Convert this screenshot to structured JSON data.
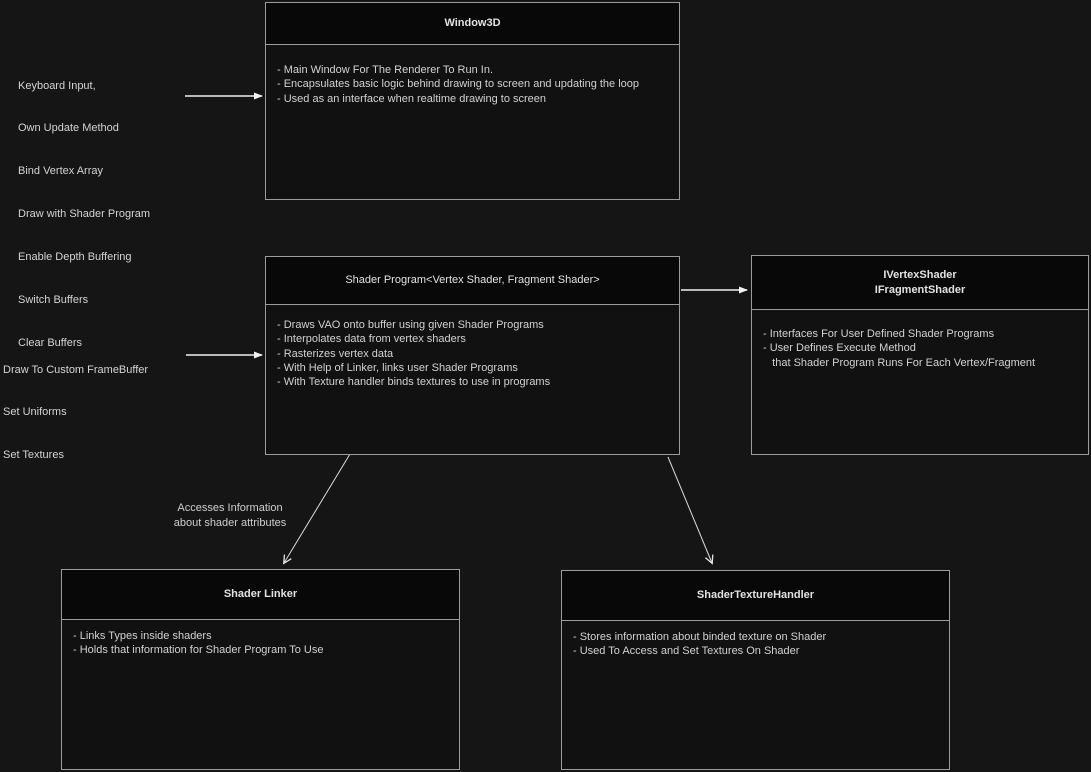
{
  "diagram": {
    "colors": {
      "background": "#151515",
      "box_body_fill": "#111111",
      "box_header_fill": "#080808",
      "box_border": "#9c9c9c",
      "body_text": "#d2d2d2",
      "title_text": "#e2e2e2",
      "arrow": "#f2f2f2"
    },
    "boxes": {
      "window3d": {
        "title_lines": [
          "Window3D"
        ],
        "body_lines": [
          "- Main Window For The Renderer To Run In.",
          "- Encapsulates basic logic behind drawing to screen and updating the loop",
          "- Used as an interface when realtime drawing to screen"
        ]
      },
      "shader_program": {
        "title_lines": [
          "Shader Program<Vertex Shader, Fragment Shader>"
        ],
        "body_lines": [
          "- Draws VAO onto buffer using given Shader Programs",
          "- Interpolates data from vertex shaders",
          "- Rasterizes vertex data",
          "- With Help of Linker, links user Shader Programs",
          "- With Texture handler binds textures to use in programs"
        ]
      },
      "ivertex_ifragment": {
        "title_lines": [
          "IVertexShader",
          "IFragmentShader"
        ],
        "body_lines": [
          "- Interfaces For User Defined Shader Programs",
          "- User Defines Execute Method",
          "   that Shader Program Runs For Each Vertex/Fragment"
        ]
      },
      "shader_linker": {
        "title_lines": [
          "Shader Linker"
        ],
        "body_lines": [
          "- Links Types inside shaders",
          "- Holds that information for Shader Program To Use"
        ]
      },
      "shader_texture_handler": {
        "title_lines": [
          "ShaderTextureHandler"
        ],
        "body_lines": [
          "- Stores information about binded texture on Shader",
          "- Used To Access and Set Textures On Shader"
        ]
      }
    },
    "annotations": {
      "window3d_inputs": {
        "lines": [
          "Keyboard Input,",
          "Own Update Method",
          "Bind Vertex Array",
          "Draw with Shader Program",
          "Enable Depth Buffering",
          "Switch Buffers",
          "Clear Buffers"
        ]
      },
      "shader_program_inputs": {
        "lines": [
          "Draw To Custom FrameBuffer",
          "Set Uniforms",
          "Set Textures"
        ]
      },
      "linker_edge_label": {
        "lines": [
          "Accesses Information",
          "about shader attributes"
        ]
      }
    }
  }
}
